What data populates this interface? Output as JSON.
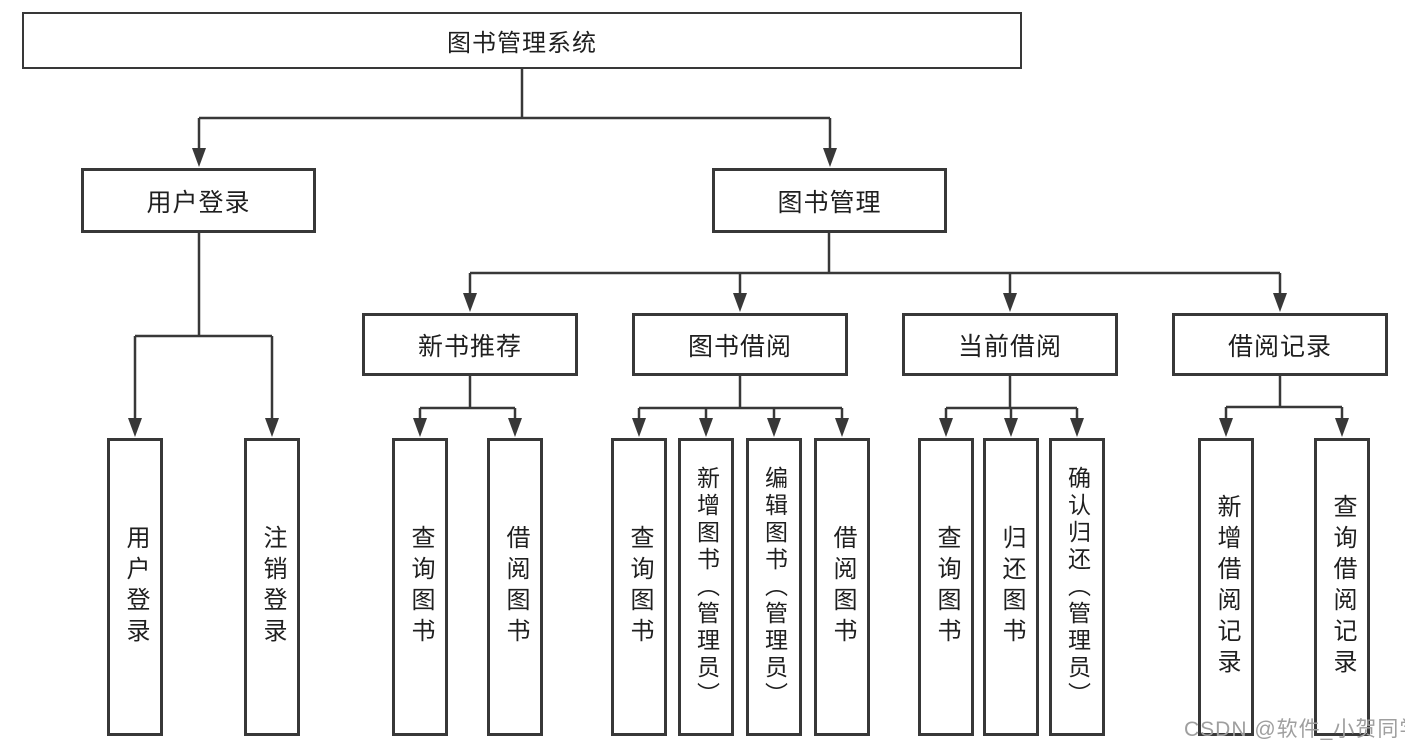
{
  "tree": {
    "label": "图书管理系统",
    "children": [
      {
        "label": "用户登录",
        "children": [
          {
            "label": "用户登录"
          },
          {
            "label": "注销登录"
          }
        ]
      },
      {
        "label": "图书管理",
        "children": [
          {
            "label": "新书推荐",
            "children": [
              {
                "label": "查询图书"
              },
              {
                "label": "借阅图书"
              }
            ]
          },
          {
            "label": "图书借阅",
            "children": [
              {
                "label": "查询图书"
              },
              {
                "label": "新增图书（管理员）"
              },
              {
                "label": "编辑图书（管理员）"
              },
              {
                "label": "借阅图书"
              }
            ]
          },
          {
            "label": "当前借阅",
            "children": [
              {
                "label": "查询图书"
              },
              {
                "label": "归还图书"
              },
              {
                "label": "确认归还（管理员）"
              }
            ]
          },
          {
            "label": "借阅记录",
            "children": [
              {
                "label": "新增借阅记录"
              },
              {
                "label": "查询借阅记录"
              }
            ]
          }
        ]
      }
    ]
  },
  "watermark": {
    "text": "CSDN @软件_小贺同学"
  },
  "colors": {
    "line": "#383838",
    "text": "#1f1f1f",
    "watermark": "#9f9f9f",
    "background": "#ffffff"
  }
}
